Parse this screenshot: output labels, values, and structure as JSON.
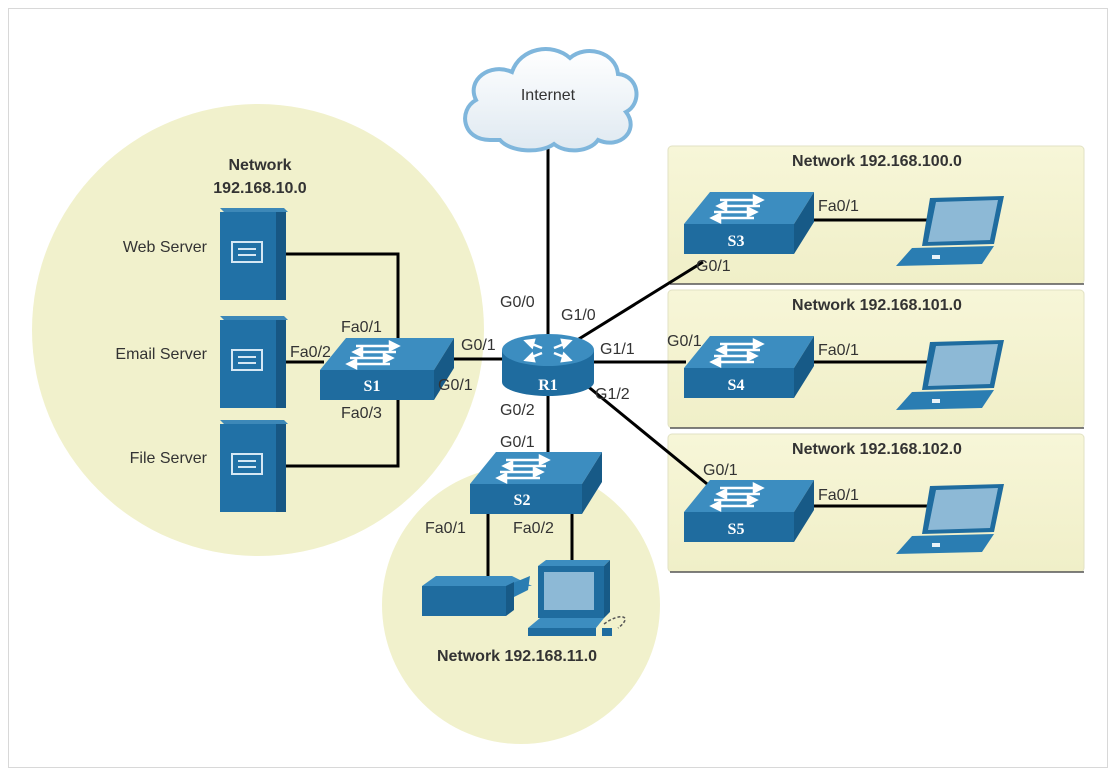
{
  "cloud": {
    "label": "Internet"
  },
  "networks": {
    "lan10": {
      "title_line1": "Network",
      "title_line2": "192.168.10.0"
    },
    "lan11": {
      "title": "Network 192.168.11.0"
    },
    "lan100": {
      "title": "Network 192.168.100.0"
    },
    "lan101": {
      "title": "Network 192.168.101.0"
    },
    "lan102": {
      "title": "Network 192.168.102.0"
    }
  },
  "servers": {
    "web": "Web Server",
    "email": "Email Server",
    "file": "File Server"
  },
  "devices": {
    "r1": "R1",
    "s1": "S1",
    "s2": "S2",
    "s3": "S3",
    "s4": "S4",
    "s5": "S5"
  },
  "ports": {
    "s1_fa01": "Fa0/1",
    "s1_fa02": "Fa0/2",
    "s1_fa03": "Fa0/3",
    "s1_g01": "G0/1",
    "r1_g00": "G0/0",
    "r1_g01": "G0/1",
    "r1_g10": "G1/0",
    "r1_g11": "G1/1",
    "r1_g12": "G1/2",
    "r1_g02": "G0/2",
    "s2_g01": "G0/1",
    "s2_fa01": "Fa0/1",
    "s2_fa02": "Fa0/2",
    "s3_g01": "G0/1",
    "s3_fa01": "Fa0/1",
    "s4_g01": "G0/1",
    "s4_fa01": "Fa0/1",
    "s5_g01": "G0/1",
    "s5_fa01": "Fa0/1"
  }
}
